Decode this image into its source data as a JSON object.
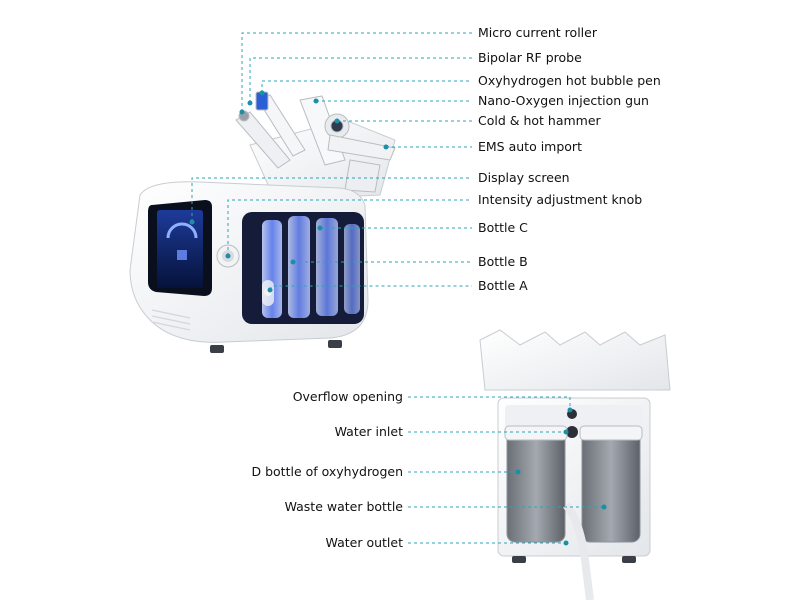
{
  "colors": {
    "leader_line": "#2aa4b8",
    "dot": "#1b8fa6",
    "machine_body": "#f4f5f7",
    "machine_edge": "#c9ccd2",
    "screen": "#0b1a4a",
    "screen_glow": "#4b7bff",
    "bottle_light": "#7fa0ff",
    "text": "#111111"
  },
  "top_callouts": [
    "Micro current roller",
    "Bipolar RF probe",
    "Oxyhydrogen hot bubble pen",
    "Nano-Oxygen injection gun",
    "Cold & hot hammer",
    "EMS auto import",
    "Display screen",
    "Intensity adjustment knob",
    "Bottle C",
    "Bottle B",
    "Bottle A"
  ],
  "bottom_callouts": [
    "Overflow opening",
    "Water inlet",
    "D bottle of oxyhydrogen",
    "Waste water bottle",
    "Water outlet"
  ]
}
